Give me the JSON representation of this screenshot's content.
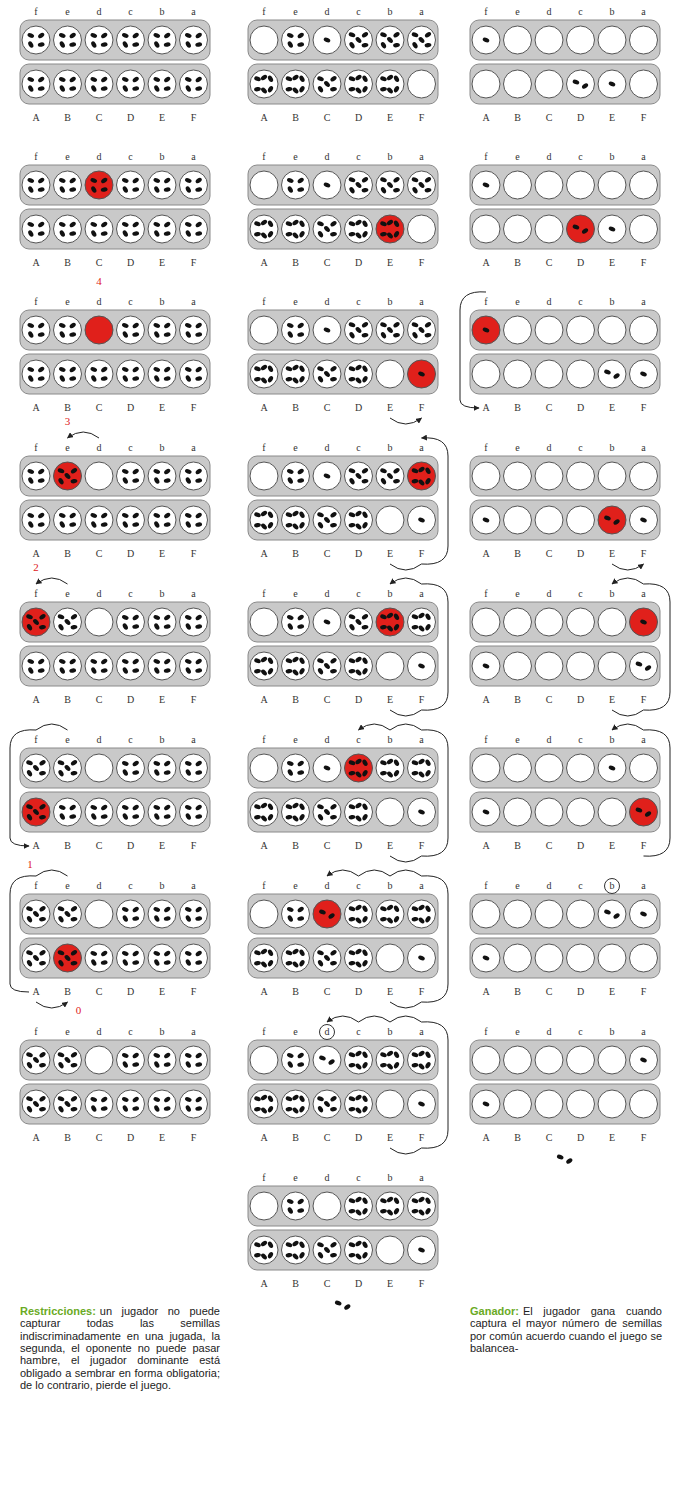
{
  "diagram": {
    "nodes": [
      {
        "text": [
          "b"
        ]
      },
      {
        "text": [
          "d"
        ]
      }
    ],
    "labels": [
      "f",
      "e",
      "d",
      "c",
      "b",
      "a",
      "A",
      "B",
      "C",
      "D",
      "E",
      "F",
      "f",
      "e",
      "d",
      "c",
      "b",
      "a",
      "A",
      "B",
      "C",
      "D",
      "E",
      "F",
      "f",
      "e",
      "d",
      "c",
      "b",
      "a",
      "A",
      "B",
      "C",
      "D",
      "E",
      "F",
      "f",
      "e",
      "d",
      "c",
      "b",
      "a",
      "A",
      "B",
      "C",
      "D",
      "E",
      "F",
      "f",
      "e",
      "d",
      "c",
      "b",
      "a",
      "A",
      "B",
      "C",
      "D",
      "E",
      "F",
      "f",
      "e",
      "d",
      "c",
      "b",
      "a",
      "A",
      "B",
      "C",
      "D",
      "E",
      "F",
      "f",
      "e",
      "d",
      "c",
      "b",
      "a",
      "A",
      "B",
      "C",
      "D",
      "E",
      "F",
      "f",
      "e",
      "d",
      "c",
      "b",
      "a",
      "A",
      "B",
      "C",
      "D",
      "E",
      "F",
      "f",
      "e",
      "d",
      "c",
      "b",
      "a",
      "A",
      "B",
      "C",
      "D",
      "E",
      "F",
      "f",
      "e",
      "d",
      "c",
      "b",
      "a",
      "A",
      "B",
      "C",
      "D",
      "E",
      "F",
      "f",
      "e",
      "d",
      "c",
      "b",
      "a",
      "A",
      "B",
      "C",
      "D",
      "E",
      "F",
      "f",
      "e",
      "d",
      "c",
      "b",
      "a",
      "A",
      "B",
      "C",
      "D",
      "E",
      "F",
      "f",
      "e",
      "d",
      "c",
      "b",
      "a",
      "A",
      "B",
      "C",
      "D",
      "E",
      "F",
      "f",
      "e",
      "d",
      "c",
      "b",
      "a",
      "A",
      "B",
      "C",
      "D",
      "E",
      "F",
      "f",
      "e",
      "d",
      "c",
      "b",
      "a",
      "A",
      "B",
      "C",
      "D",
      "E",
      "F",
      "f",
      "e",
      "d",
      "c",
      "b",
      "a",
      "A",
      "B",
      "C",
      "D",
      "E",
      "F",
      "f",
      "e",
      "d",
      "c",
      "b",
      "a",
      "A",
      "B",
      "C",
      "D",
      "E",
      "F",
      "f",
      "e",
      "d",
      "c",
      "b",
      "a",
      "A",
      "B",
      "C",
      "D",
      "E",
      "F",
      "f",
      "e",
      "d",
      "c",
      "b",
      "a",
      "A",
      "B",
      "C",
      "D",
      "E",
      "F",
      "f",
      "e",
      "d",
      "c",
      "b",
      "a",
      "A",
      "B",
      "C",
      "D",
      "E",
      "F",
      "f",
      "e",
      "d",
      "c",
      "a",
      "A",
      "B",
      "C",
      "D",
      "E",
      "F",
      "f",
      "e",
      "d",
      "c",
      "b",
      "a",
      "A",
      "B",
      "C",
      "D",
      "E",
      "F",
      "f",
      "e",
      "c",
      "b",
      "a",
      "A",
      "B",
      "C",
      "D",
      "E",
      "F",
      "f",
      "e",
      "d",
      "c",
      "b",
      "a",
      "A",
      "B",
      "C",
      "D",
      "E",
      "F",
      "f",
      "e",
      "d",
      "c",
      "b",
      "a",
      "A",
      "B",
      "C",
      "D",
      "E",
      "F",
      "4",
      "3",
      "2",
      "1",
      "0",
      "Restricciones:",
      "un jugador no puede capturar todas las semillas indiscriminadamente en una jugada, la segunda, el oponente no puede pasar hambre, el jugador dominante está obligado a sembrar en forma obligatoria; de lo contrario, pierde el juego.",
      "Ganador:",
      "El jugador gana cuando captura el mayor número de semillas por común acuerdo cuando el juego se balancea-"
    ]
  }
}
